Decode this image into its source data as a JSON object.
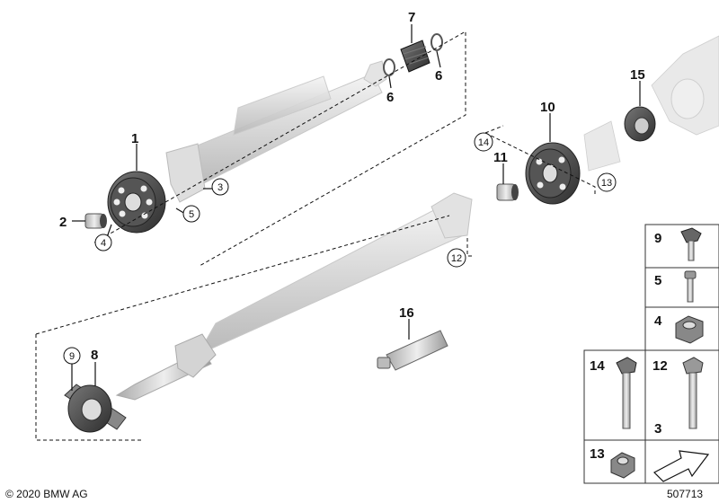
{
  "labels": {
    "p1": "1",
    "p2": "2",
    "p3": "3",
    "p4": "4",
    "p5": "5",
    "p6a": "6",
    "p6b": "6",
    "p7": "7",
    "p8": "8",
    "p9": "9",
    "p10": "10",
    "p11": "11",
    "p12": "12",
    "p13": "13",
    "p14": "14",
    "p15": "15",
    "p16": "16"
  },
  "legend": {
    "r9": "9",
    "r5": "5",
    "r4": "4",
    "r14": "14",
    "r12": "12",
    "r3": "3",
    "r13": "13"
  },
  "footer": {
    "copyright": "© 2020 BMW AG",
    "image_no": "507713"
  },
  "colors": {
    "part_light": "#dcdcdc",
    "part_mid": "#b8b8b8",
    "part_dark": "#3a3a3a",
    "line": "#111111"
  }
}
